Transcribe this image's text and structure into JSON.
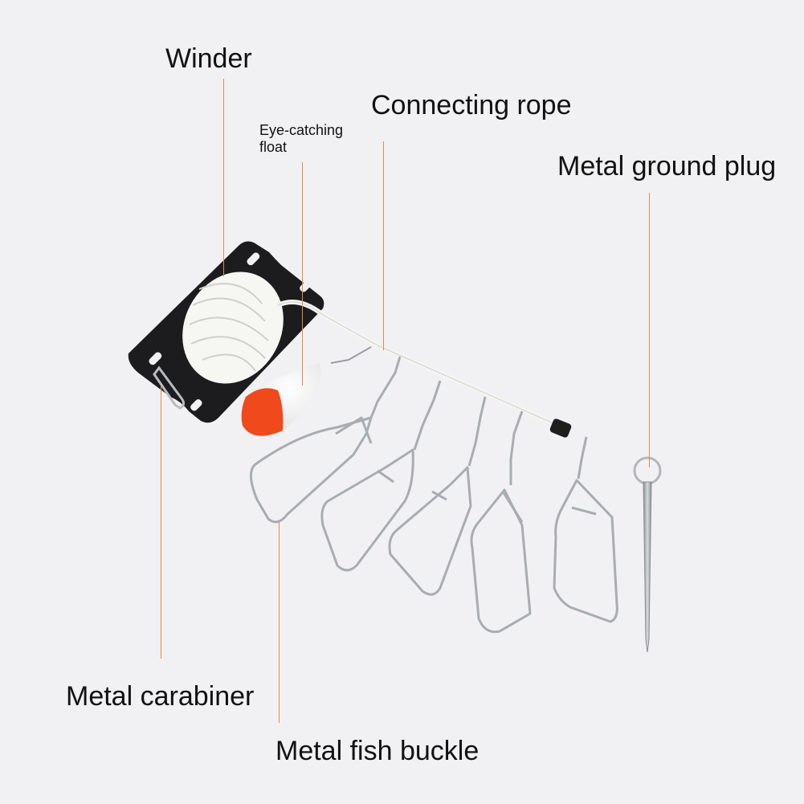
{
  "labels": {
    "winder": "Winder",
    "connecting_rope": "Connecting rope",
    "float_line1": "Eye-catching",
    "float_line2": "float",
    "ground_plug": "Metal ground plug",
    "carabiner": "Metal carabiner",
    "fish_buckle": "Metal fish buckle"
  },
  "colors": {
    "background": "#f1f1f3",
    "leader_line": "#e08a4e",
    "winder_plate": "#1c1c1e",
    "rope": "#f4f4f2",
    "float_top": "#ffffff",
    "float_bottom": "#f04a1c",
    "steel": "#a9acb0"
  },
  "icons": [
    "winder-icon",
    "float-icon",
    "fish-buckle-icon",
    "ground-plug-icon",
    "carabiner-icon"
  ]
}
